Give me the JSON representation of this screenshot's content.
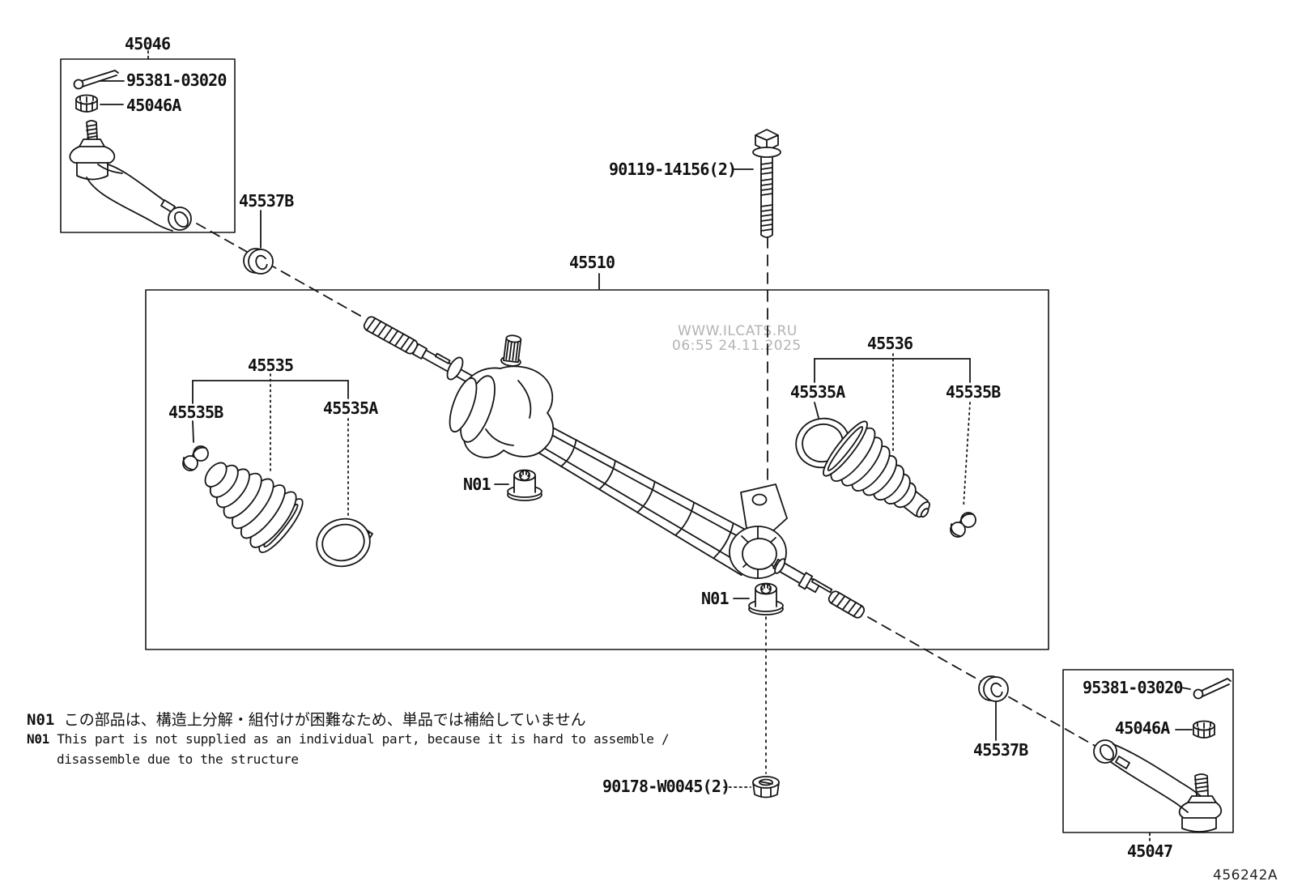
{
  "labels": {
    "p45046": "45046",
    "p95381_top": "95381-03020",
    "p45046A_top": "45046A",
    "p45537B_top": "45537B",
    "p45510": "45510",
    "p90119": "90119-14156(2)",
    "p45535": "45535",
    "p45535B_left": "45535B",
    "p45535A_left": "45535A",
    "p45536": "45536",
    "p45535A_right": "45535A",
    "p45535B_right": "45535B",
    "n01_left": "N01",
    "n01_right": "N01",
    "p90178": "90178-W0045(2)",
    "p45537B_bottom": "45537B",
    "p95381_bottom": "95381-03020",
    "p45046A_bottom": "45046A",
    "p45047": "45047"
  },
  "notes": {
    "jp_prefix": "N01",
    "jp_text": " この部品は、構造上分解・組付けが困難なため、単品では補給していません",
    "en_prefix": "N01",
    "en_line1": " This part is not supplied as an individual part, because it is hard to assemble /",
    "en_line2": "disassemble due to the structure"
  },
  "watermark": {
    "line1": "WWW.ILCATS.RU",
    "line2": "06:55 24.11.2025"
  },
  "doc_number": "456242A",
  "groups": {
    "tie_rod_end_left_kit": [
      "45046",
      "95381-03020",
      "45046A"
    ],
    "steering_gear_assembly": [
      "45510",
      "45535",
      "45535A",
      "45535B",
      "45536",
      "N01"
    ],
    "tie_rod_end_right_kit": [
      "95381-03020",
      "45046A",
      "45047"
    ],
    "fasteners": [
      "90119-14156(2)",
      "90178-W0045(2)",
      "45537B"
    ]
  },
  "colors": {
    "line": "#161616",
    "watermark": "#b3b3b3",
    "background": "#ffffff",
    "text": "#111111"
  }
}
